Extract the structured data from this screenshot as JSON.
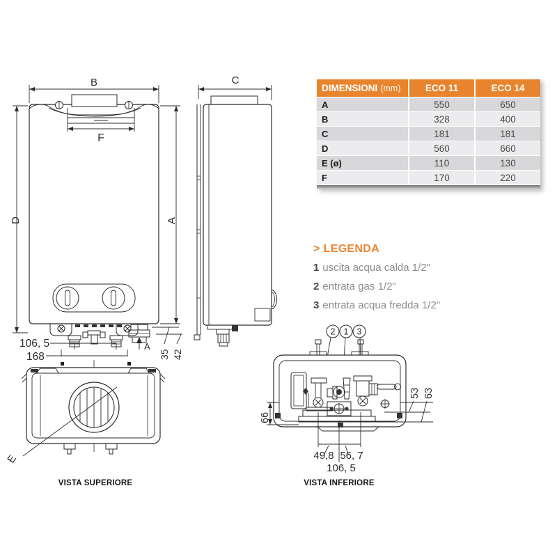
{
  "table": {
    "title": "DIMENSIONI",
    "unit": "(mm)",
    "columns": [
      "ECO 11",
      "ECO 14"
    ],
    "rows": [
      {
        "dim": "A",
        "eco11": "550",
        "eco14": "650"
      },
      {
        "dim": "B",
        "eco11": "328",
        "eco14": "400"
      },
      {
        "dim": "C",
        "eco11": "181",
        "eco14": "181"
      },
      {
        "dim": "D",
        "eco11": "560",
        "eco14": "660"
      },
      {
        "dim": "E (ø)",
        "eco11": "110",
        "eco14": "130"
      },
      {
        "dim": "F",
        "eco11": "170",
        "eco14": "220"
      }
    ]
  },
  "legend": {
    "marker": ">",
    "title": "LEGENDA",
    "items": [
      {
        "num": "1",
        "text": "uscita acqua calda 1/2\""
      },
      {
        "num": "2",
        "text": "entrata gas 1/2\""
      },
      {
        "num": "3",
        "text": "entrata acqua fredda 1/2\""
      }
    ]
  },
  "front_view": {
    "dim_width": "B",
    "dim_flue_width": "F",
    "dim_height_left": "D",
    "dim_height_right": "A",
    "dim_connections_inner": "106, 5",
    "dim_connections_outer": "168",
    "wall_arrow_label": "A",
    "dim_offset_1": "35",
    "dim_offset_2": "42"
  },
  "side_view": {
    "dim_depth": "C"
  },
  "top_view": {
    "dim_flue_diameter": "E",
    "caption": "VISTA SUPERIORE"
  },
  "bottom_view": {
    "callouts": [
      "2",
      "1",
      "3"
    ],
    "dim_left": "66",
    "dim_right_1": "53",
    "dim_right_2": "63",
    "dim_span_1": "49,8",
    "dim_span_2": "56, 7",
    "dim_span_total": "106, 5",
    "caption": "VISTA INFERIORE"
  },
  "colors": {
    "accent_orange": "#E9842E",
    "row_dark": "#D8D8DA",
    "row_light": "#ECECEE",
    "drawing_line": "#2b2b2b"
  }
}
